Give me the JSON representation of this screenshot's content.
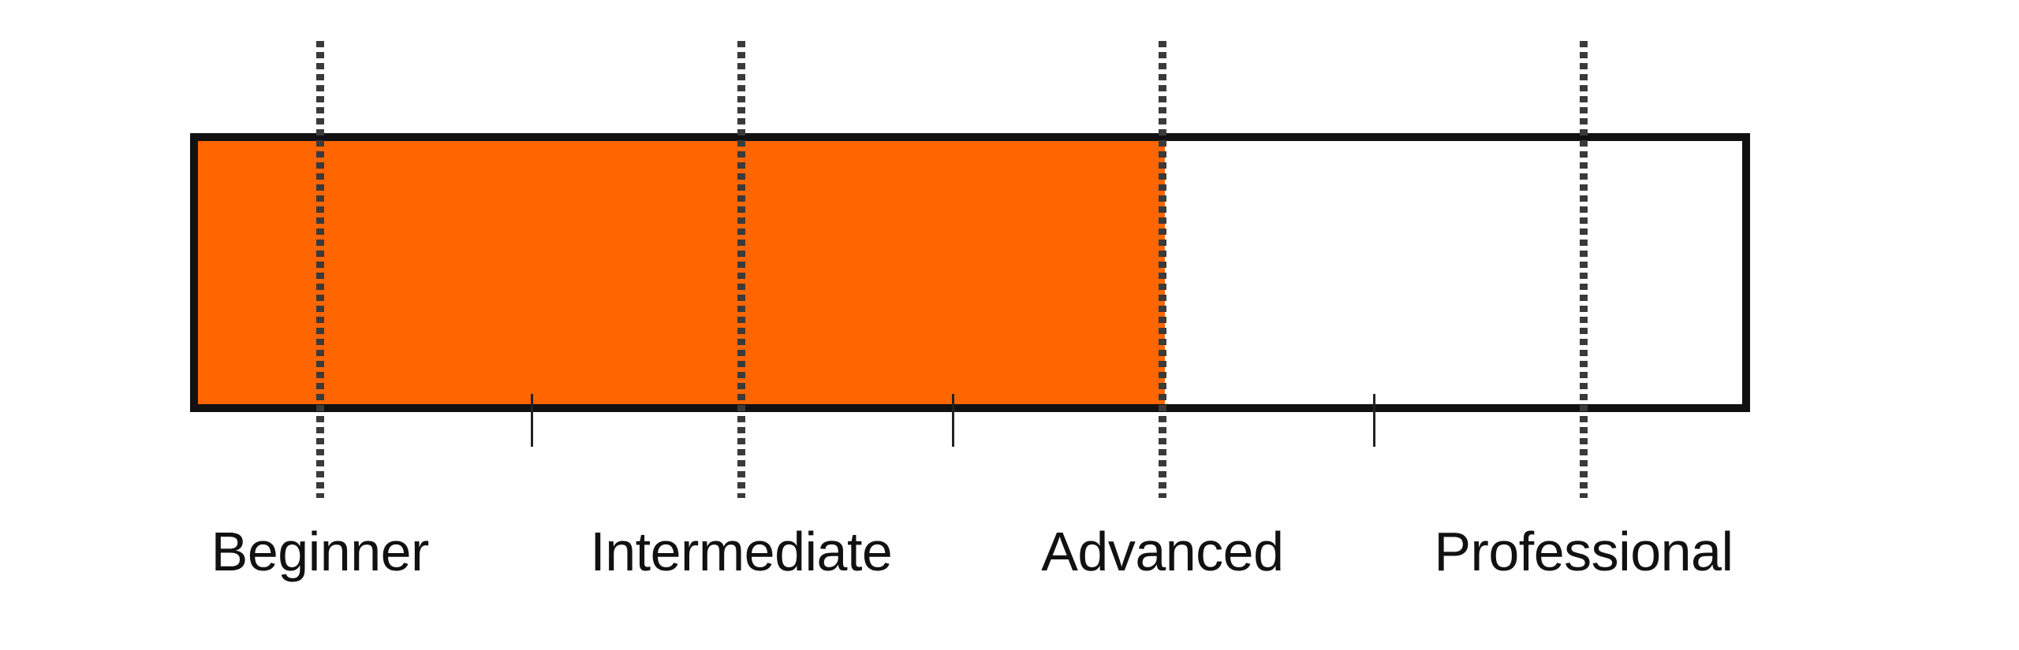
{
  "skill_scale": {
    "progress_percent": 62.5,
    "fill_color": "#ff6600",
    "outline_color": "#111111",
    "marker_color": "#3a3a3a",
    "levels": [
      {
        "label": "Beginner",
        "position_percent": 8.33
      },
      {
        "label": "Intermediate",
        "position_percent": 35.33
      },
      {
        "label": "Advanced",
        "position_percent": 62.33
      },
      {
        "label": "Professional",
        "position_percent": 89.33
      }
    ],
    "minor_ticks_percent": [
      21.9,
      48.9,
      75.9
    ]
  }
}
